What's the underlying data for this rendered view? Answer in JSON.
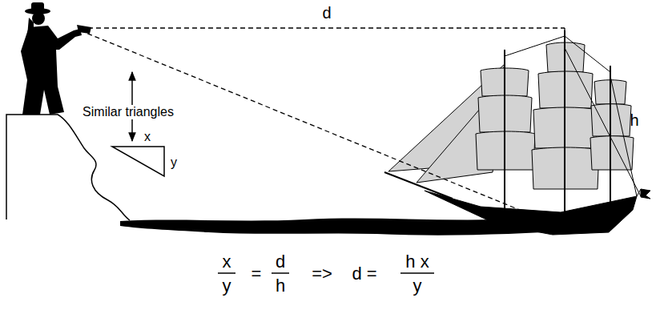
{
  "diagram": {
    "labels": [
      "d",
      "Similar triangles",
      "x",
      "y",
      "h",
      "x",
      "y",
      "=",
      "d",
      "h",
      "=>",
      "d =",
      "h x",
      "y"
    ]
  }
}
